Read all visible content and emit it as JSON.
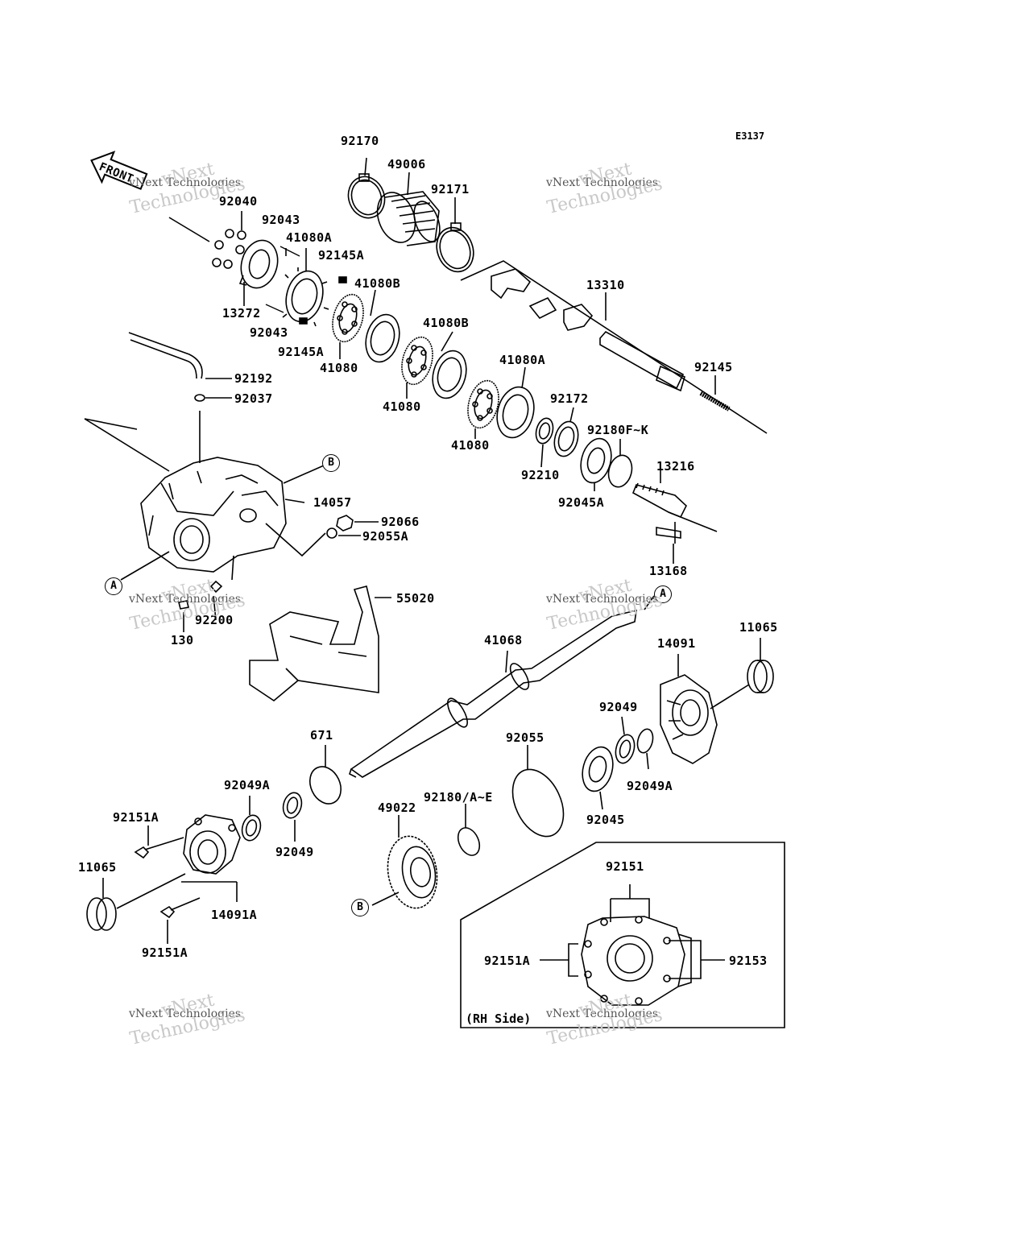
{
  "diagram_code": "E3137",
  "front_label": "FRONT",
  "inset_note": "(RH Side)",
  "watermark": {
    "line1": "vNext",
    "line2": "vNext Technologies",
    "line3": "Technologies"
  },
  "callouts": {
    "a": "A",
    "b": "B"
  },
  "labels": {
    "p92170": "92170",
    "p49006": "49006",
    "p92171": "92171",
    "p92040": "92040",
    "p92043a": "92043",
    "p41080A_1": "41080A",
    "p92145A_1": "92145A",
    "p41080B_1": "41080B",
    "p13272": "13272",
    "p92043b": "92043",
    "p92145A_2": "92145A",
    "p41080_1": "41080",
    "p41080B_2": "41080B",
    "p41080_2": "41080",
    "p41080A_2": "41080A",
    "p41080_3": "41080",
    "p92172": "92172",
    "p92180FK": "92180F~K",
    "p92210": "92210",
    "p92045A": "92045A",
    "p13310": "13310",
    "p92145": "92145",
    "p13216": "13216",
    "p13168": "13168",
    "p92192": "92192",
    "p92037": "92037",
    "p14057": "14057",
    "p92066": "92066",
    "p92055A": "92055A",
    "p55020": "55020",
    "p92200": "92200",
    "p130": "130",
    "p41068": "41068",
    "p14091": "14091",
    "p11065a": "11065",
    "p92049a": "92049",
    "p92049A_1": "92049A",
    "p92055": "92055",
    "p92045": "92045",
    "p671": "671",
    "p92049A_2": "92049A",
    "p92049b": "92049",
    "p92180AE": "92180/A~E",
    "p49022": "49022",
    "p92151A_1": "92151A",
    "p11065b": "11065",
    "p14091A": "14091A",
    "p92151A_2": "92151A",
    "p92151": "92151",
    "p92151A_3": "92151A",
    "p92153": "92153"
  },
  "colors": {
    "ink": "#000000",
    "watermark": "#c8c8c8",
    "paper": "#ffffff"
  }
}
